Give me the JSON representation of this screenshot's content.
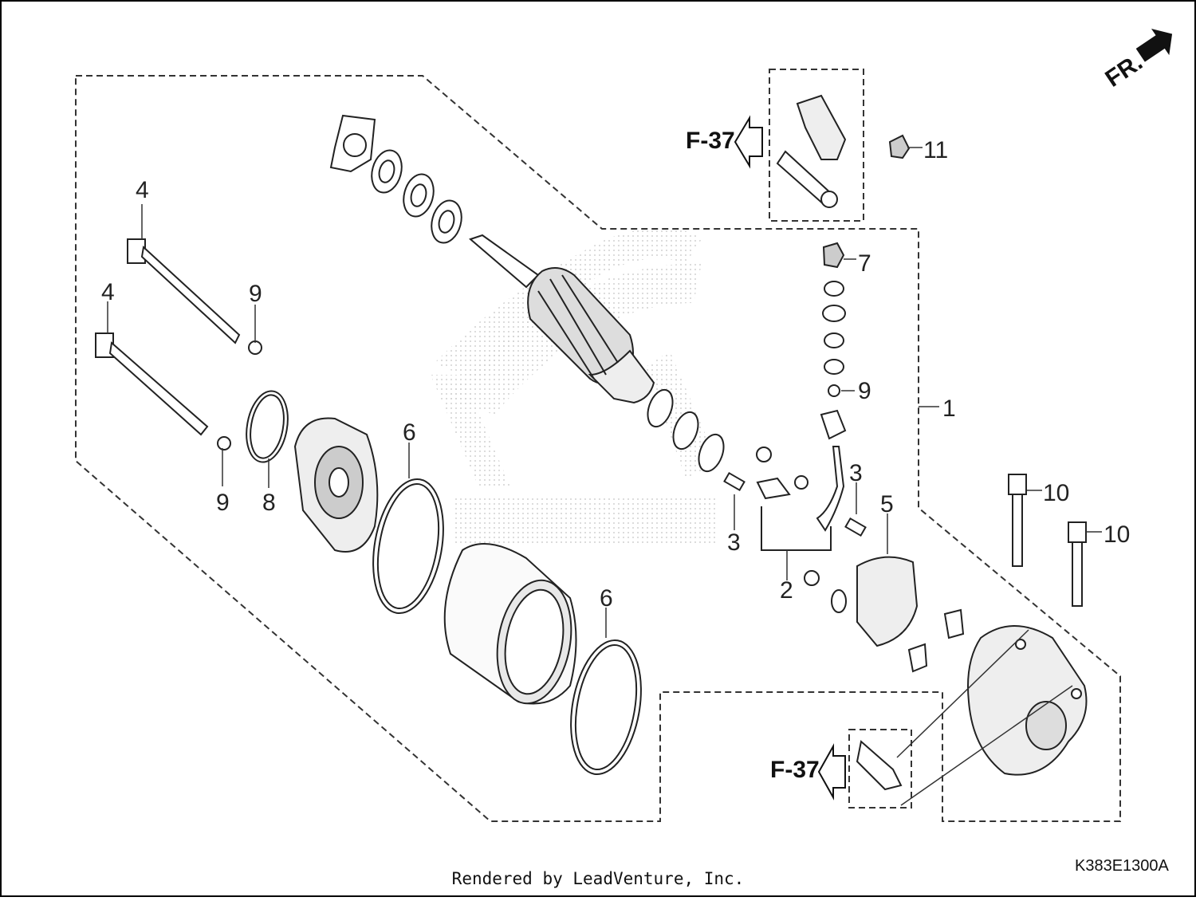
{
  "diagram": {
    "direction_label": "FR.",
    "drawing_code": "K383E1300A",
    "footer_text": "Rendered by LeadVenture, Inc.",
    "references": [
      {
        "label": "F-37"
      },
      {
        "label": "F-37"
      }
    ],
    "callouts": [
      {
        "number": "1"
      },
      {
        "number": "2"
      },
      {
        "number": "3"
      },
      {
        "number": "3"
      },
      {
        "number": "4"
      },
      {
        "number": "4"
      },
      {
        "number": "5"
      },
      {
        "number": "6"
      },
      {
        "number": "6"
      },
      {
        "number": "7"
      },
      {
        "number": "8"
      },
      {
        "number": "9"
      },
      {
        "number": "9"
      },
      {
        "number": "9"
      },
      {
        "number": "10"
      },
      {
        "number": "10"
      },
      {
        "number": "11"
      }
    ]
  }
}
